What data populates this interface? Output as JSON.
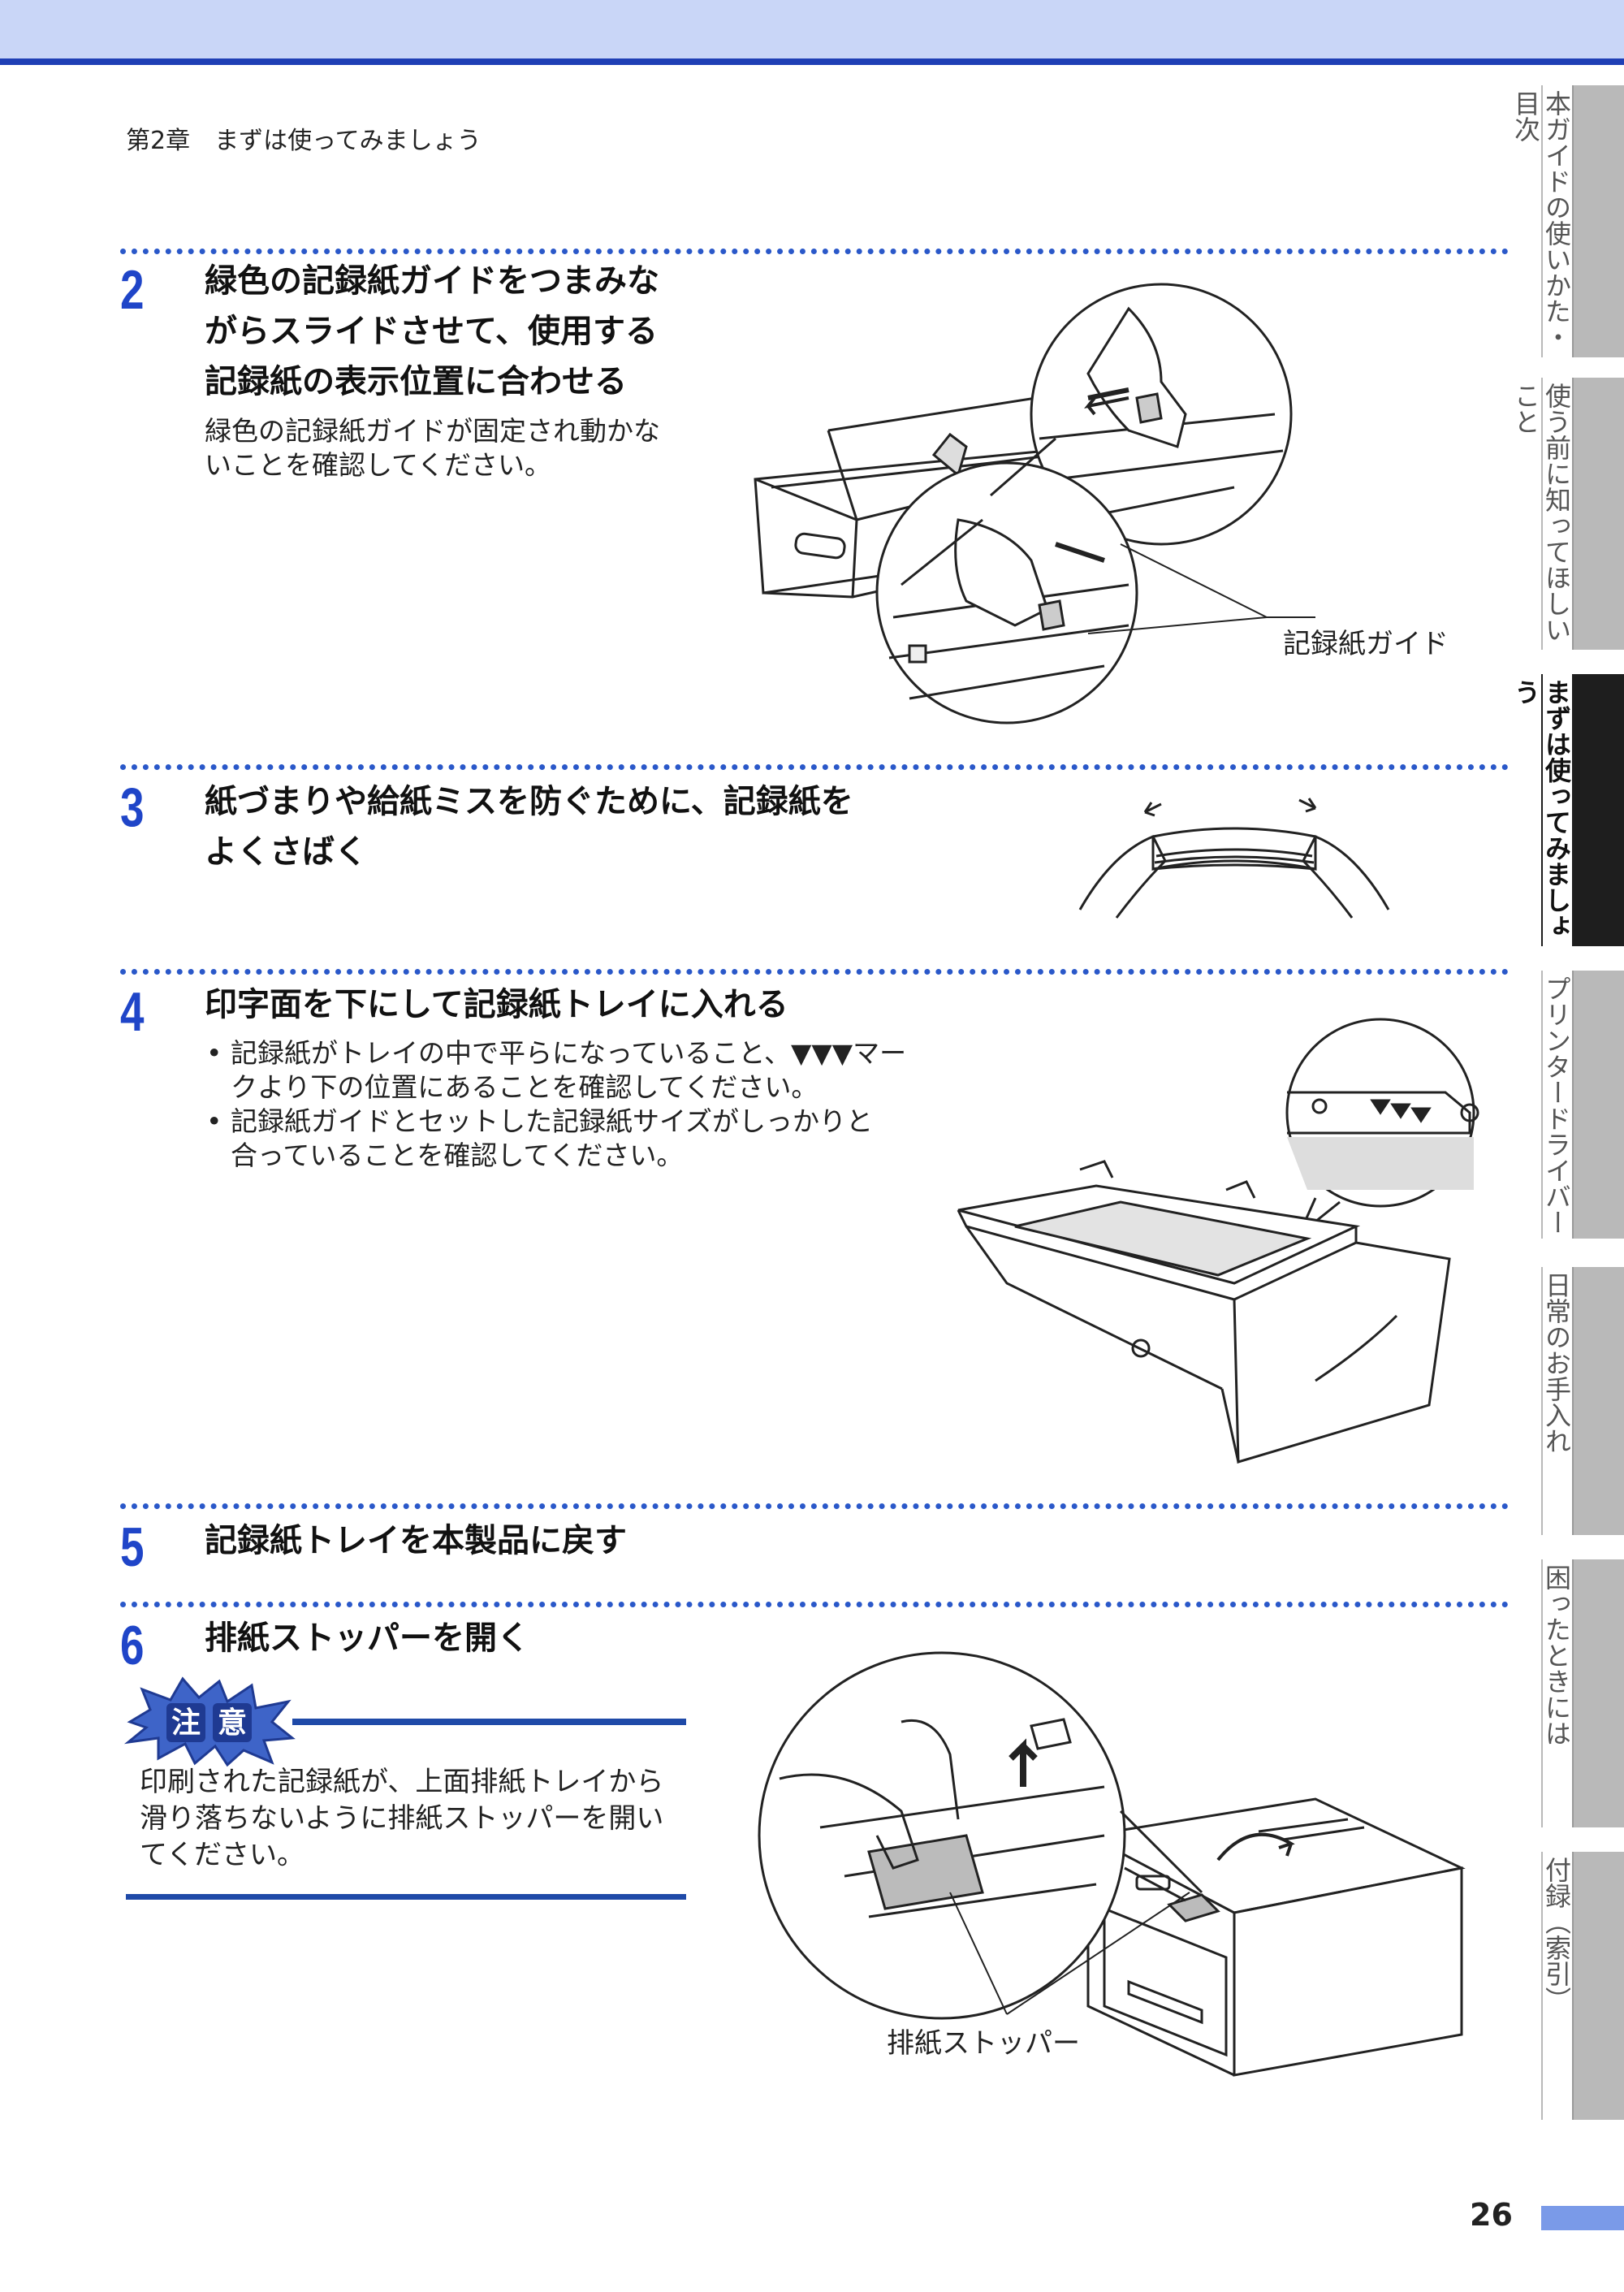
{
  "chapter_title": "第2章　まずは使ってみましょう",
  "steps": [
    {
      "number": "2",
      "heading": "緑色の記録紙ガイドをつまみながらスライドさせて、使用する記録紙の表示位置に合わせる",
      "heading_lines": [
        "緑色の記録紙ガイドをつまみな",
        "がらスライドさせて、使用する",
        "記録紙の表示位置に合わせる"
      ],
      "body_lines": [
        "緑色の記録紙ガイドが固定され動かな",
        "いことを確認してください。"
      ],
      "callout": "記録紙ガイド"
    },
    {
      "number": "3",
      "heading_lines": [
        "紙づまりや給紙ミスを防ぐために、記録紙を",
        "よくさばく"
      ]
    },
    {
      "number": "4",
      "heading_lines": [
        "印字面を下にして記録紙トレイに入れる"
      ],
      "bullets": [
        [
          "記録紙がトレイの中で平らになっていること、▼▼▼マー",
          "クより下の位置にあることを確認してください。"
        ],
        [
          "記録紙ガイドとセットした記録紙サイズがしっかりと",
          "合っていることを確認してください。"
        ]
      ]
    },
    {
      "number": "5",
      "heading_lines": [
        "記録紙トレイを本製品に戻す"
      ]
    },
    {
      "number": "6",
      "heading_lines": [
        "排紙ストッパーを開く"
      ],
      "callout": "排紙ストッパー"
    }
  ],
  "caution": {
    "badge": [
      "注",
      "意"
    ],
    "lines": [
      "印刷された記録紙が、上面排紙トレイから",
      "滑り落ちないように排紙ストッパーを開い",
      "てください。"
    ]
  },
  "side_tabs": [
    {
      "label": "本ガイドの使いかた・目次",
      "active": false
    },
    {
      "label": "使う前に知ってほしいこと",
      "active": false
    },
    {
      "label": "まずは使ってみましょう",
      "active": true
    },
    {
      "label": "プリンタードライバー",
      "active": false
    },
    {
      "label": "日常のお手入れ",
      "active": false
    },
    {
      "label": "困ったときには",
      "active": false
    },
    {
      "label": "付録（索引）",
      "active": false
    }
  ],
  "page_number": "26"
}
